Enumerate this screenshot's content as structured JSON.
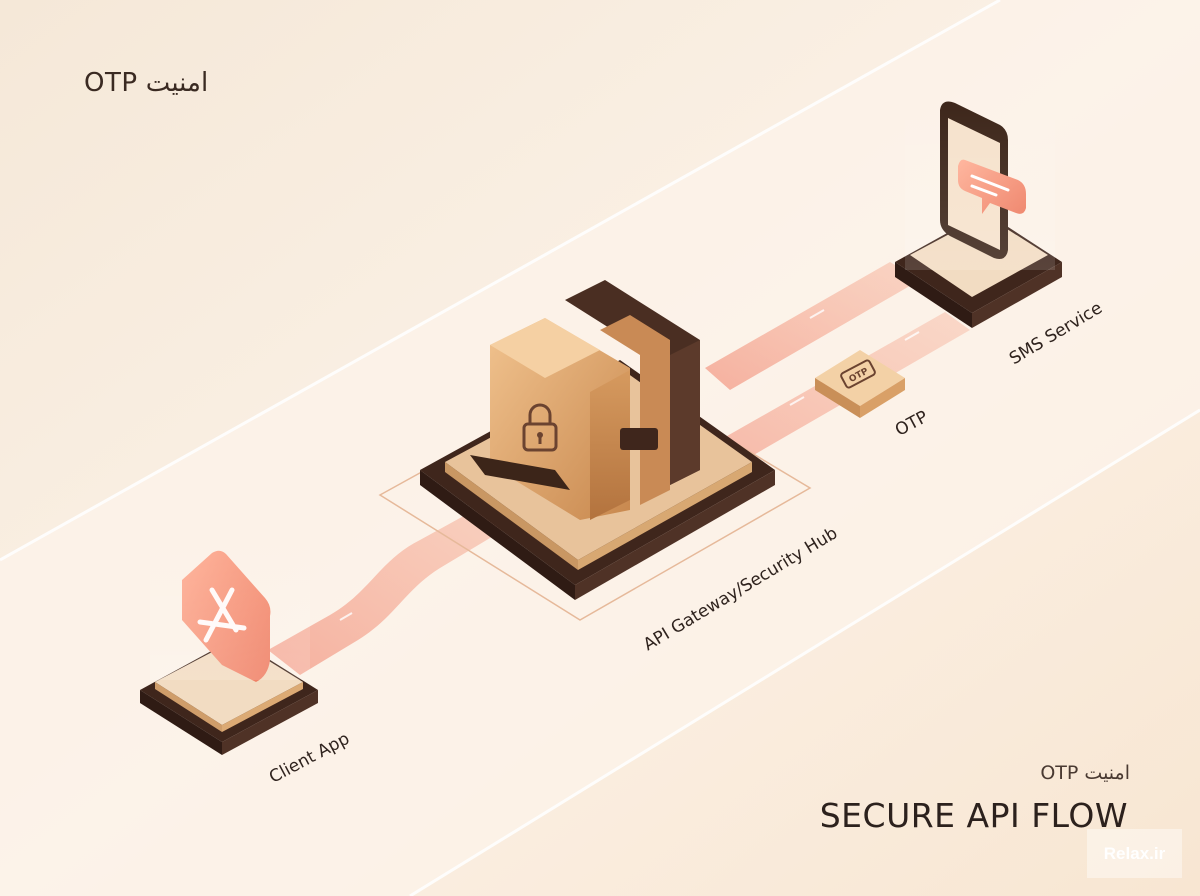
{
  "header": {
    "title": "امنیت OTP"
  },
  "footer": {
    "subtitle": "امنیت OTP",
    "title": "SECURE API FLOW"
  },
  "nodes": {
    "client": {
      "label": "Client App",
      "icon": "app-store-icon"
    },
    "gateway": {
      "label": "API Gateway/Security Hub",
      "icon": "padlock-icon"
    },
    "sms": {
      "label": "SMS Service",
      "icon": "smartphone-message-icon"
    },
    "otp": {
      "label": "OTP",
      "tag_text": "OTP"
    }
  },
  "watermark": "Relax.ir",
  "colors": {
    "background": "#f7ebdd",
    "accent_coral": "#f08a6e",
    "gold": "#d9a067",
    "dark_brown": "#4a2e22",
    "text": "#2c211d"
  }
}
